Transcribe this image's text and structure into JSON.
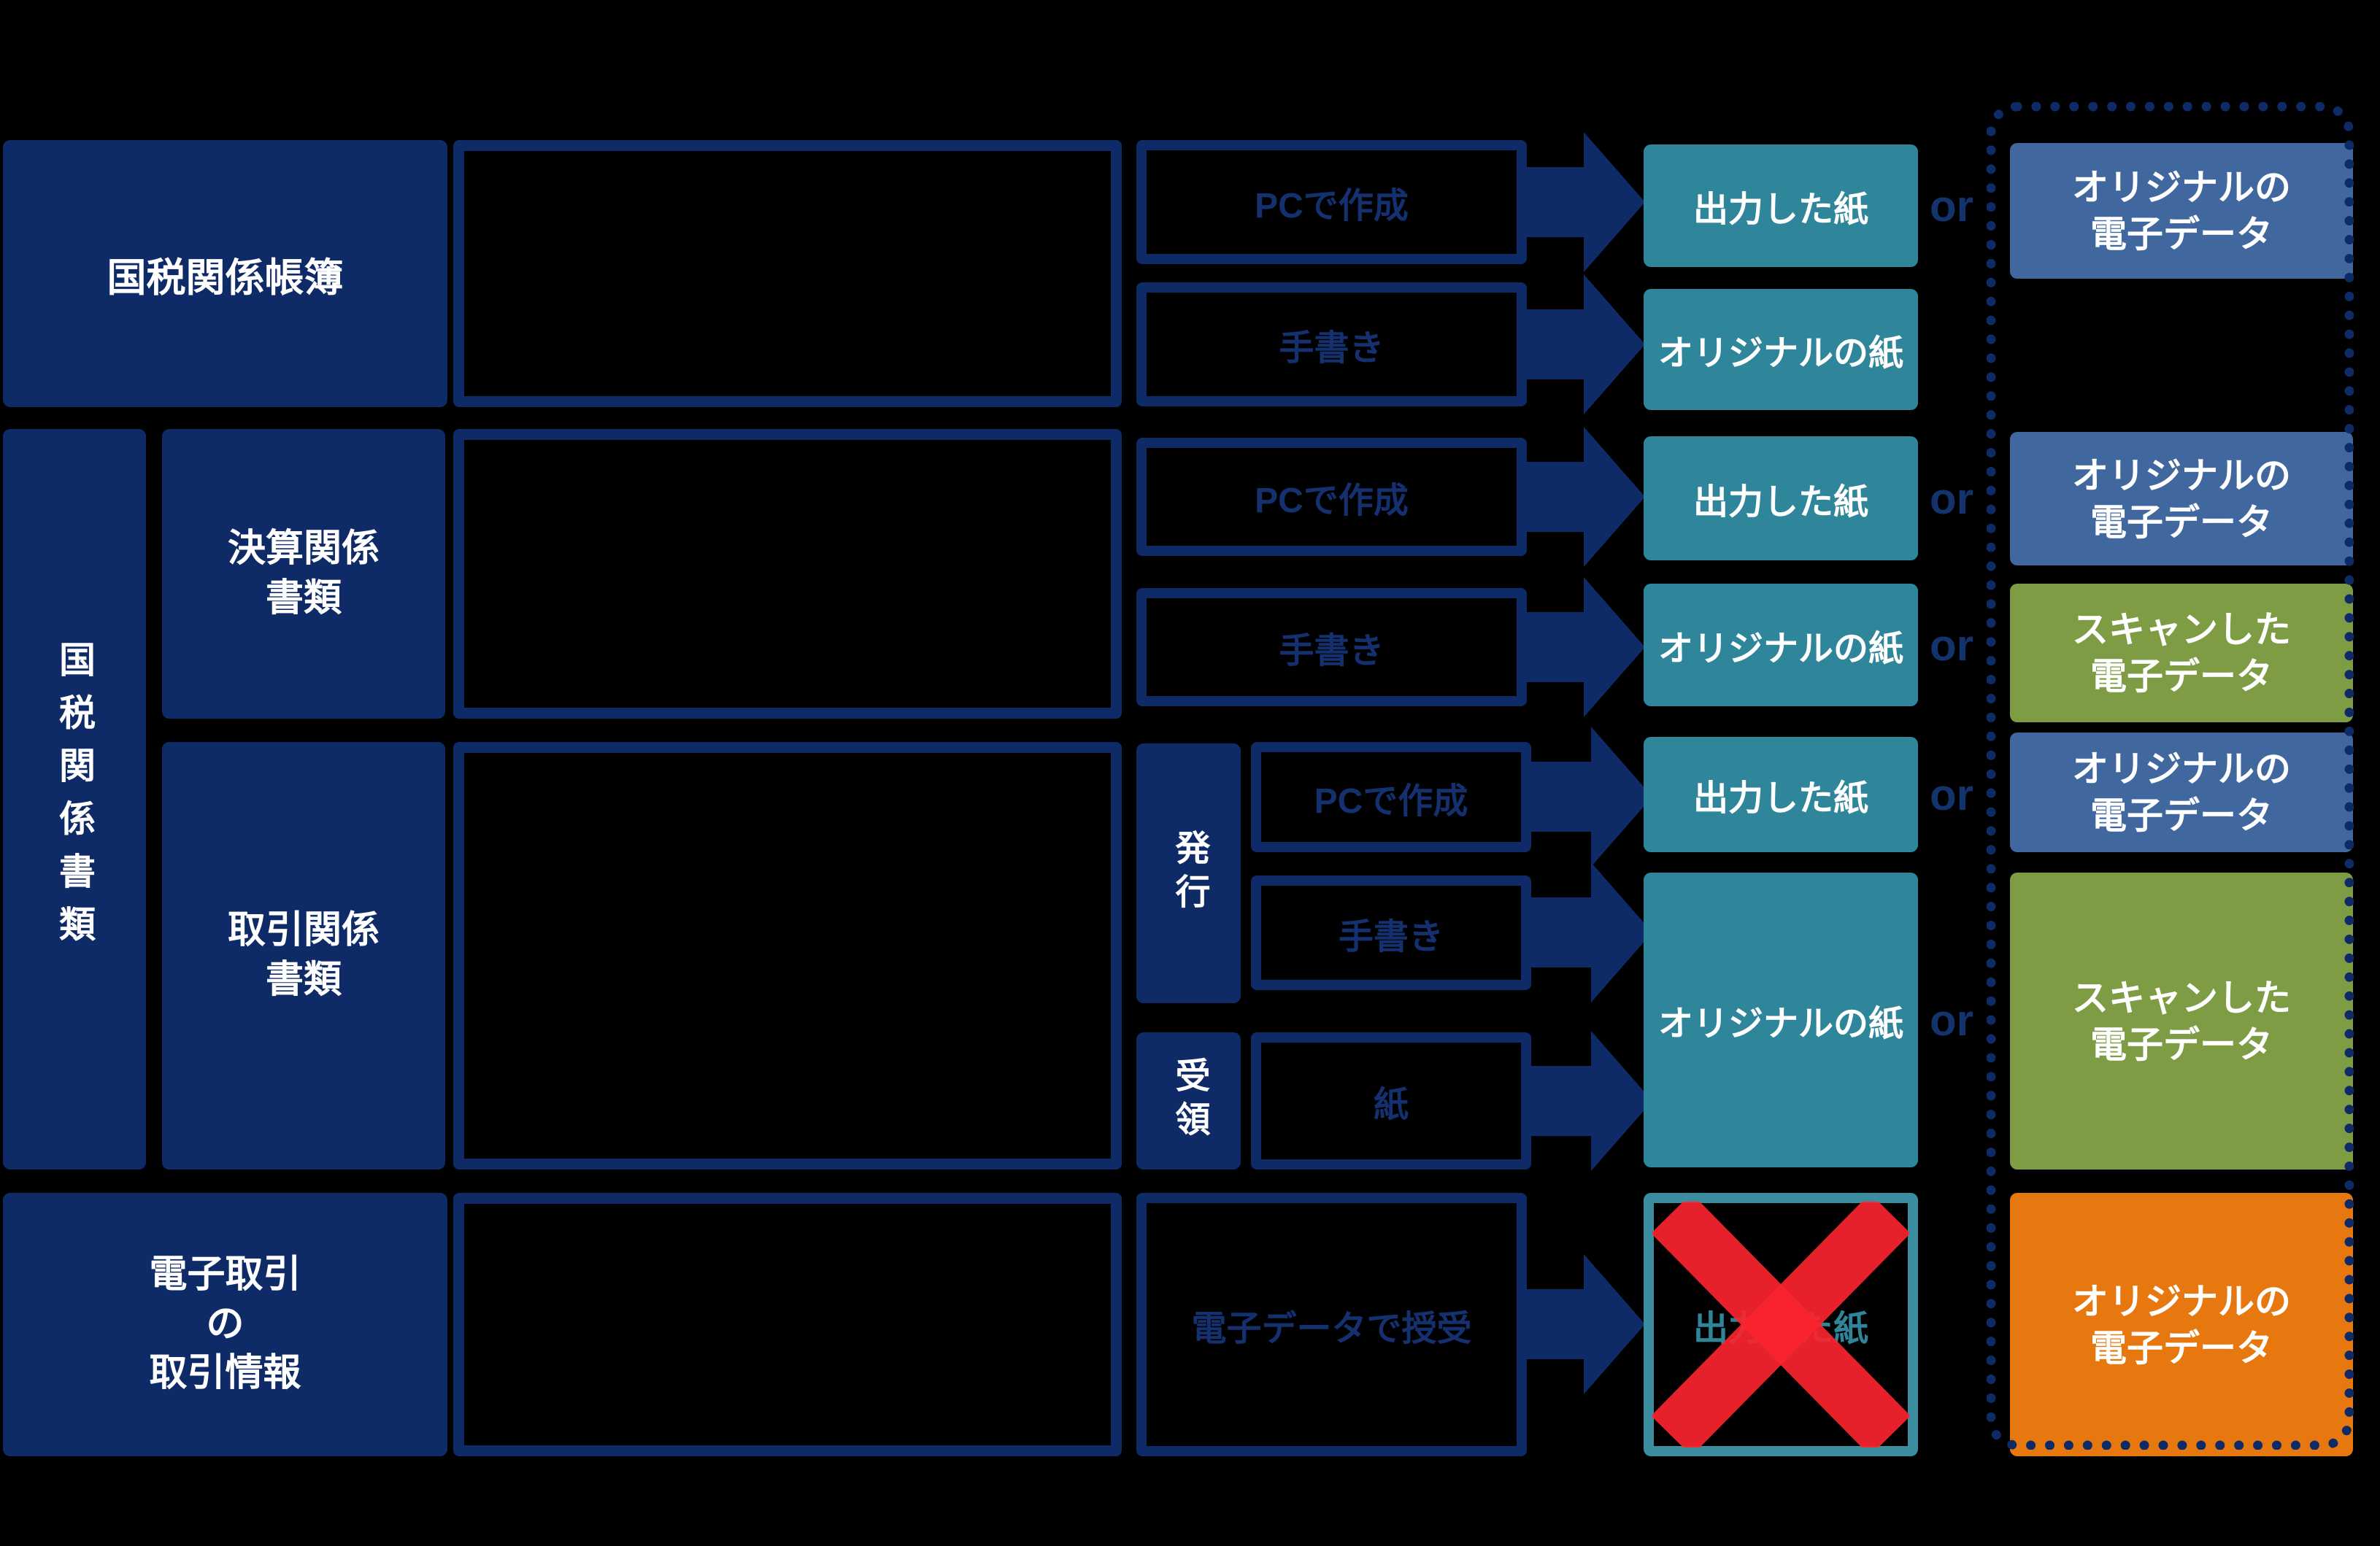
{
  "colors": {
    "navy": "#0f2b67",
    "teal": "#2f8599",
    "steel_blue": "#40689f",
    "green": "#7d9c44",
    "orange": "#e6780f",
    "cross_red": "#fb2430",
    "white": "#ffffff"
  },
  "categories": {
    "national_tax_books": "国税関係帳簿",
    "national_tax_documents": "国税関係書類",
    "settlement_documents": "決算関係\n書類",
    "transaction_documents": "取引関係\n書類",
    "electronic_transaction_info": "電子取引\nの\n取引情報"
  },
  "sources": {
    "pc_created": "PCで作成",
    "handwritten": "手書き",
    "paper": "紙",
    "issued": "発行",
    "received": "受領",
    "exchanged_as_data": "電子データで授受"
  },
  "results": {
    "printed_paper": "出力した紙",
    "original_paper": "オリジナルの紙"
  },
  "storage": {
    "original_digital": "オリジナルの\n電子データ",
    "scanned_digital": "スキャンした\n電子データ"
  },
  "connector": {
    "or": "or"
  }
}
